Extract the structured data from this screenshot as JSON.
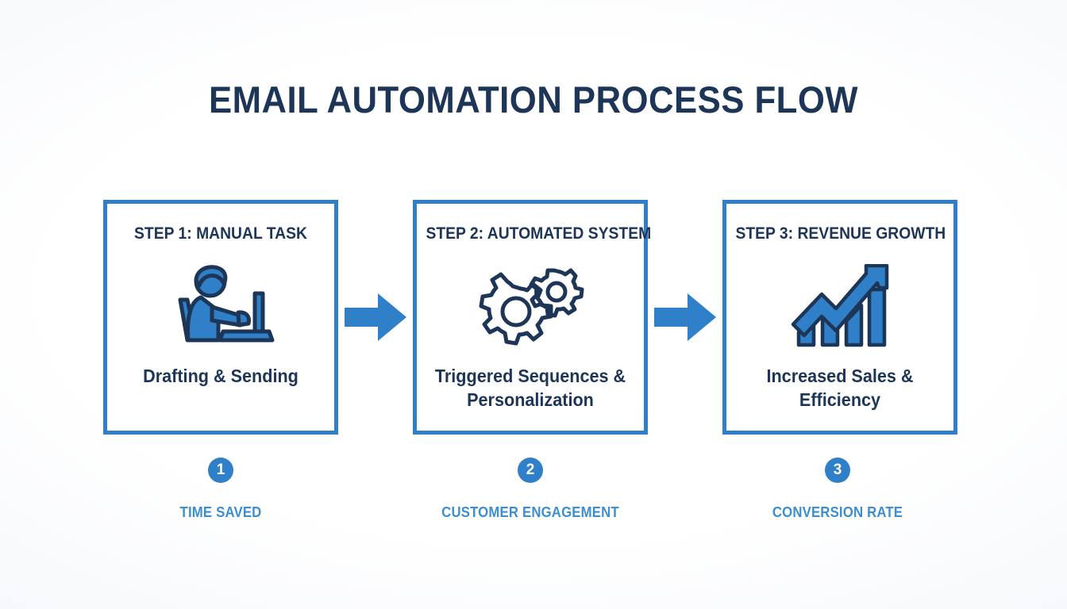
{
  "page": {
    "title": "EMAIL AUTOMATION PROCESS FLOW",
    "background_color": "#fdfdfe",
    "accent_blue": "#2f80c8",
    "navy": "#1d3557",
    "label_blue": "#3b8ed0"
  },
  "steps": [
    {
      "title": "STEP 1: MANUAL TASK",
      "caption": "Drafting & Sending",
      "icon": "person-at-laptop-icon",
      "badge": "1",
      "metric": "TIME SAVED"
    },
    {
      "title": "STEP 2: AUTOMATED SYSTEM",
      "caption": "Triggered Sequences & Personalization",
      "icon": "gears-icon",
      "badge": "2",
      "metric": "CUSTOMER ENGAGEMENT"
    },
    {
      "title": "STEP 3: REVENUE GROWTH",
      "caption": "Increased Sales & Efficiency",
      "icon": "growth-chart-icon",
      "badge": "3",
      "metric": "CONVERSION RATE"
    }
  ],
  "connectors": [
    {
      "name": "arrow-step1-to-step2",
      "direction": "right"
    },
    {
      "name": "arrow-step2-to-step3",
      "direction": "right"
    }
  ]
}
